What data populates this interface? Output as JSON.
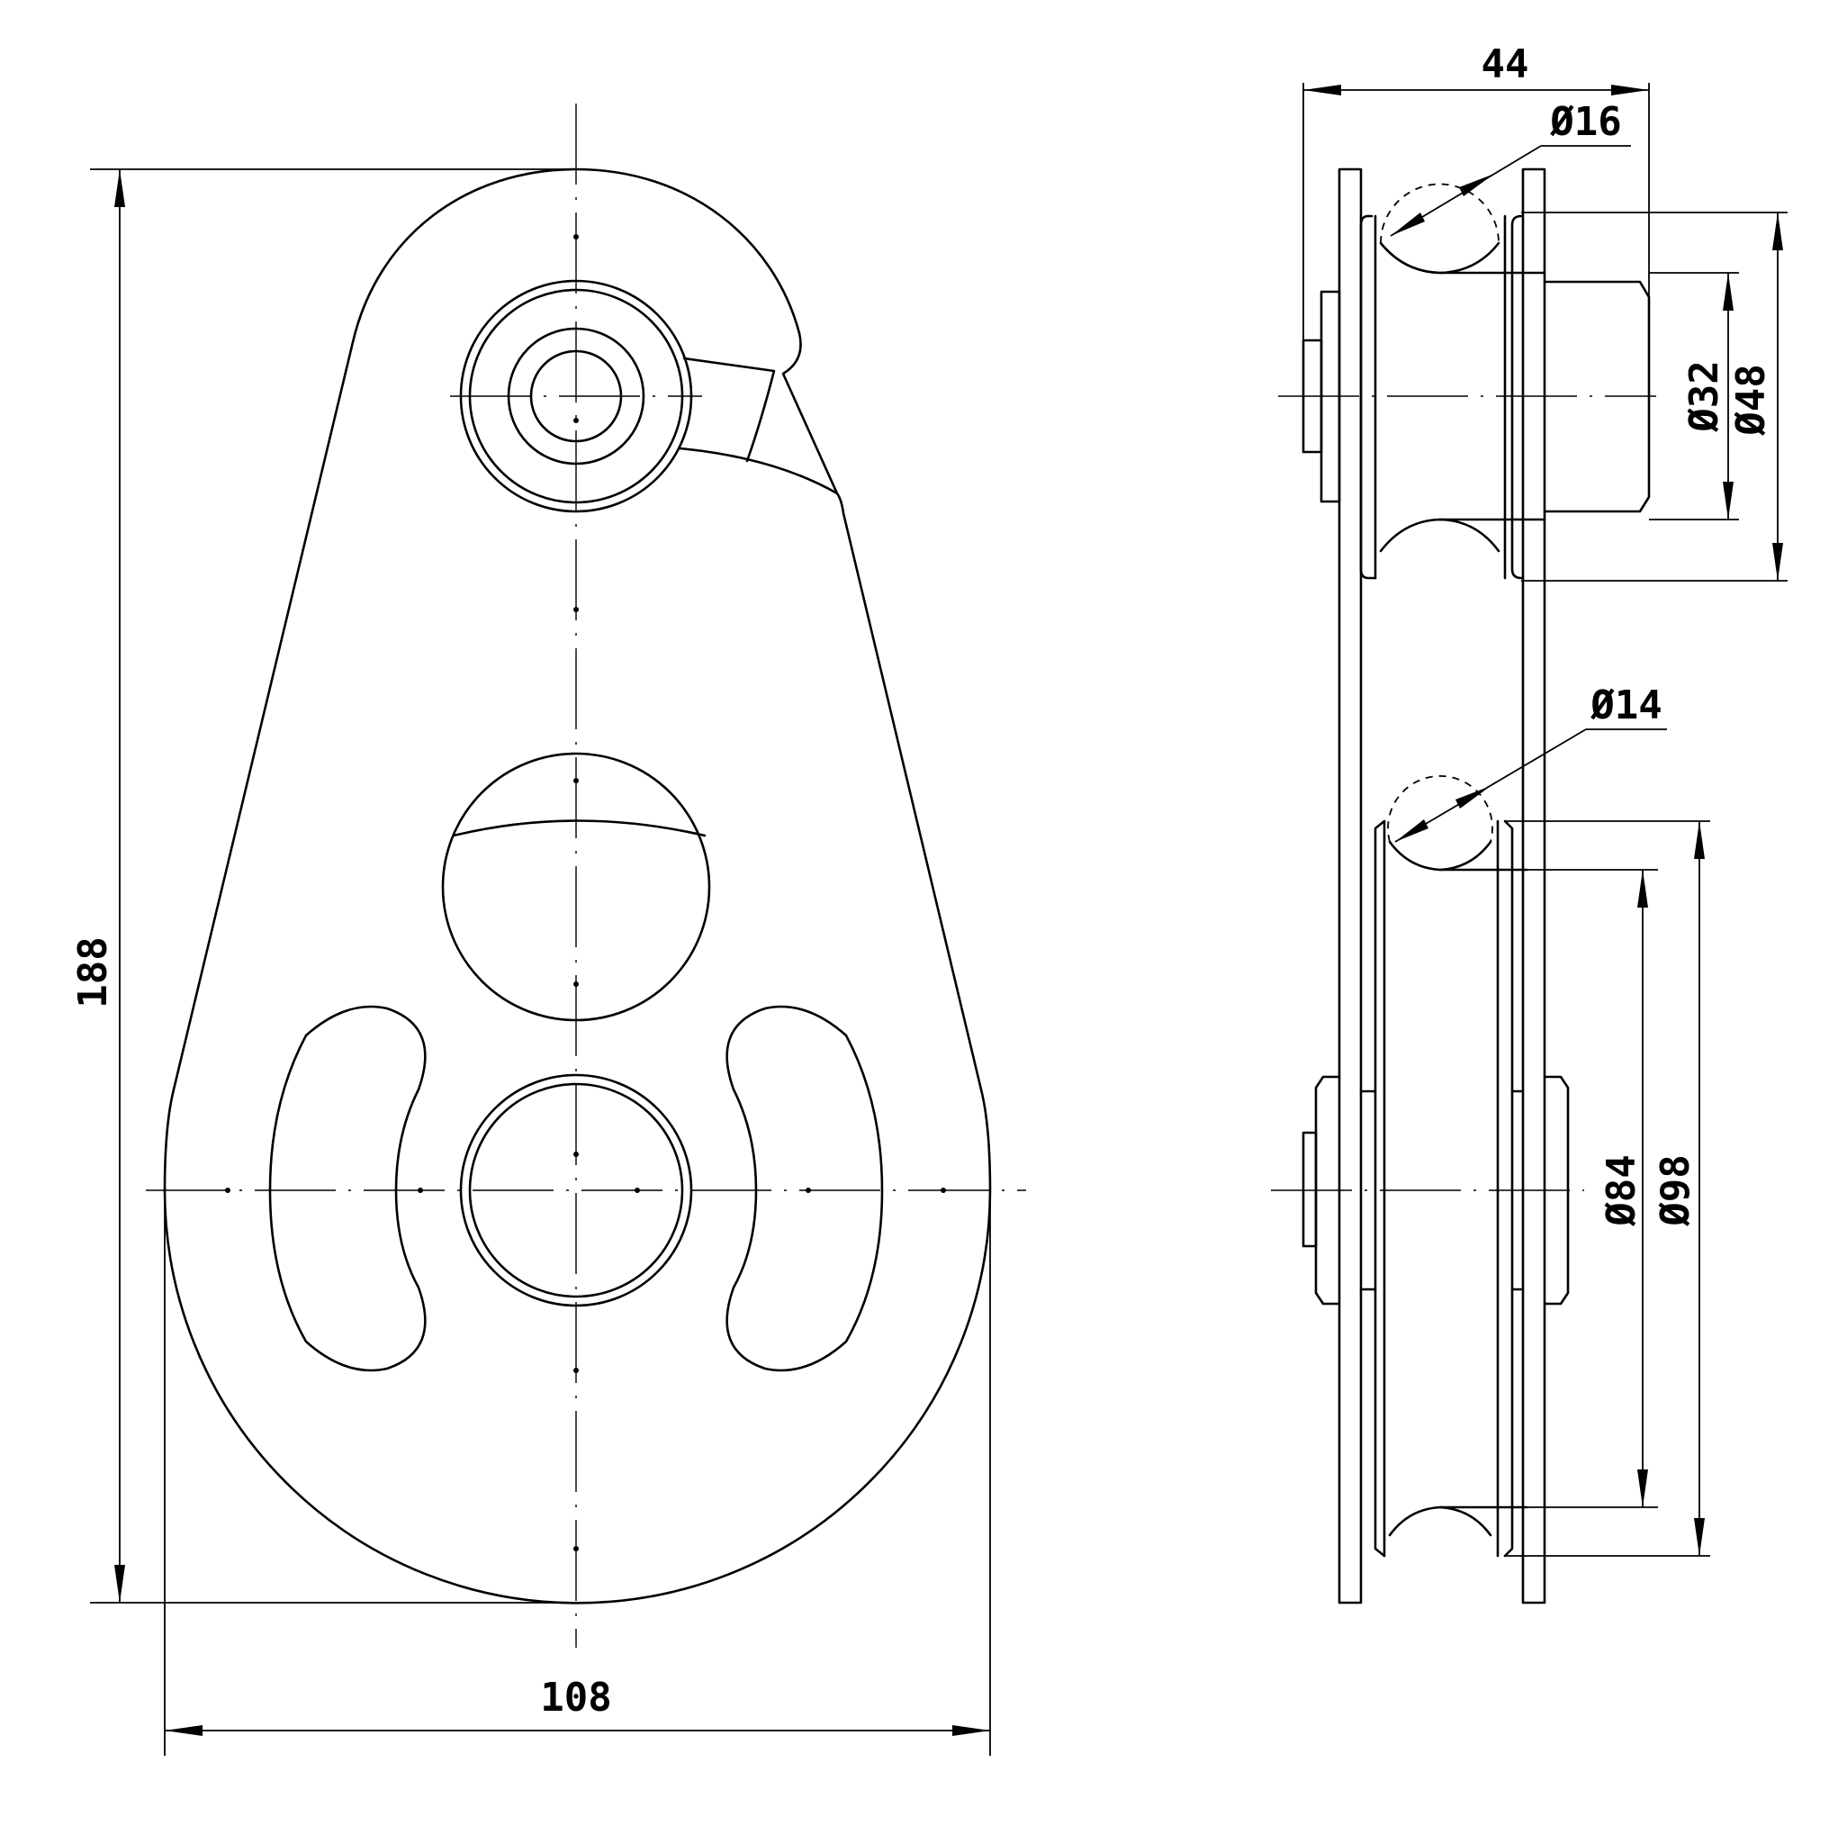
{
  "drawing": {
    "front_view": {
      "height_label": "188",
      "width_label": "108"
    },
    "side_view": {
      "total_width_label": "44",
      "upper_rope_dia_label": "Ø16",
      "lower_rope_dia_label": "Ø14",
      "axle_dia_label": "Ø32",
      "upper_sheave_dia_label": "Ø48",
      "lower_sheave_root_dia_label": "Ø84",
      "lower_sheave_outer_dia_label": "Ø98"
    }
  }
}
